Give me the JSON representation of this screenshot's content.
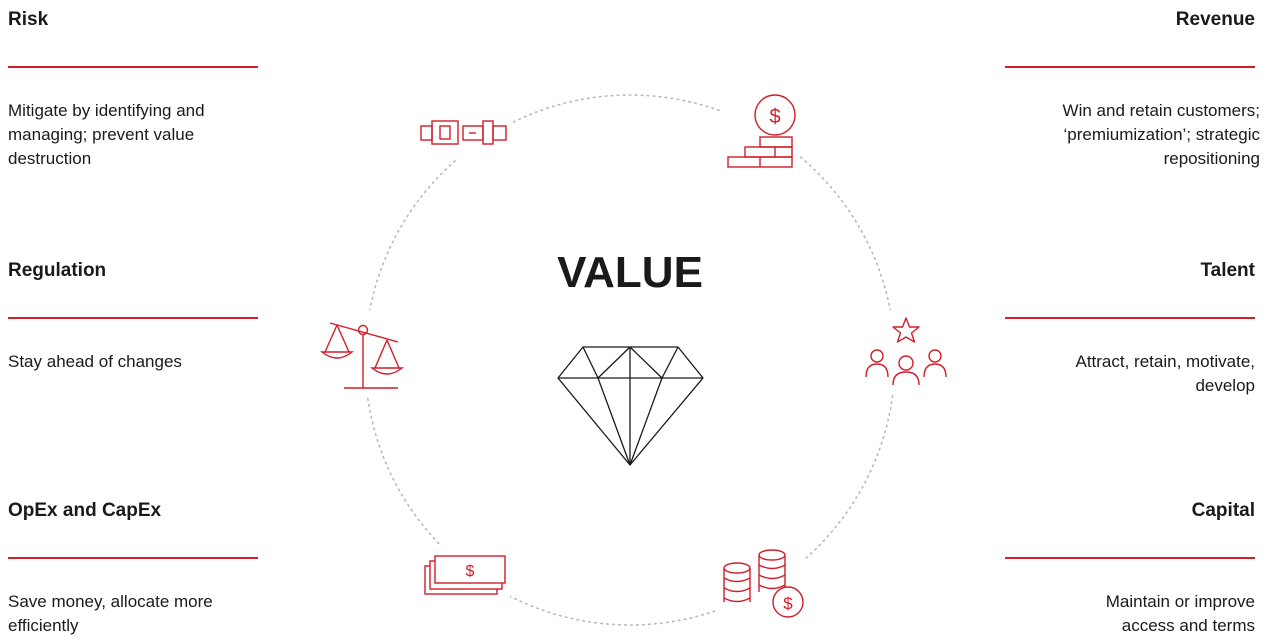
{
  "center_label": "VALUE",
  "accent_color": "#d21d2a",
  "blocks": [
    {
      "id": "risk",
      "title": "Risk",
      "description": "Mitigate by identifying and managing; prevent value destruction",
      "icon": "seatbelt-buckle-icon"
    },
    {
      "id": "regulation",
      "title": "Regulation",
      "description": "Stay ahead of changes",
      "icon": "balance-scale-icon"
    },
    {
      "id": "opex",
      "title": "OpEx and CapEx",
      "description": "Save money, allocate more efficiently",
      "icon": "dollar-bills-icon"
    },
    {
      "id": "revenue",
      "title": "Revenue",
      "description": "Win and retain customers; ‘premiumization’; strategic repositioning",
      "icon": "coin-bricks-icon"
    },
    {
      "id": "talent",
      "title": "Talent",
      "description": "Attract, retain, motivate, develop",
      "icon": "people-star-icon"
    },
    {
      "id": "capital",
      "title": "Capital",
      "description": "Maintain or improve access and terms",
      "icon": "coin-stacks-icon"
    }
  ]
}
